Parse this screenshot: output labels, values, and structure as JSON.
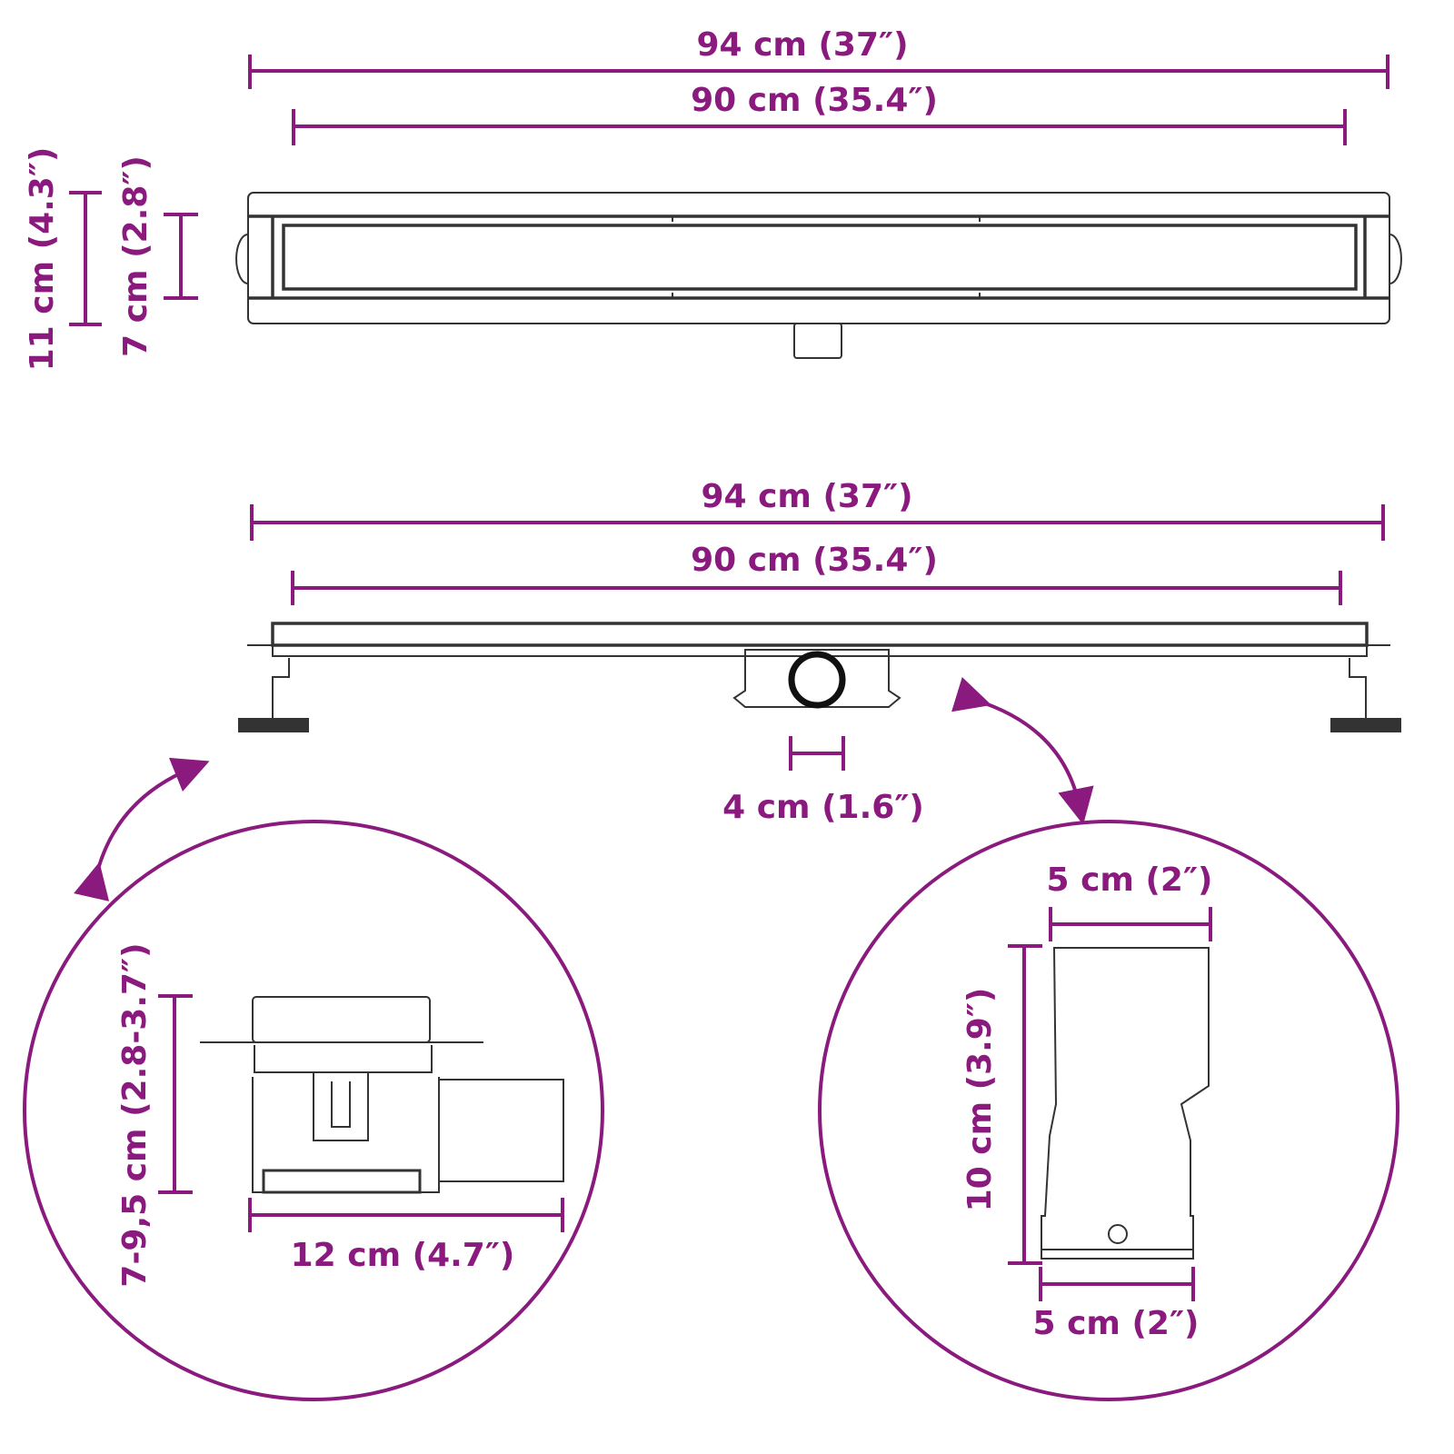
{
  "colors": {
    "accent": "#8a1a7e",
    "line": "#333333"
  },
  "top_view": {
    "overall_length": "94 cm (37″)",
    "grate_length": "90 cm (35.4″)",
    "overall_width": "11 cm (4.3″)",
    "grate_width": "7 cm (2.8″)"
  },
  "side_view": {
    "overall_length": "94 cm (37″)",
    "grate_length": "90 cm (35.4″)",
    "outlet_diameter": "4 cm (1.6″)"
  },
  "detail_left": {
    "height": "7-9,5 cm (2.8-3.7″)",
    "width": "12 cm (4.7″)"
  },
  "detail_right": {
    "top_width": "5 cm (2″)",
    "height": "10 cm (3.9″)",
    "bottom_width": "5 cm (2″)"
  }
}
